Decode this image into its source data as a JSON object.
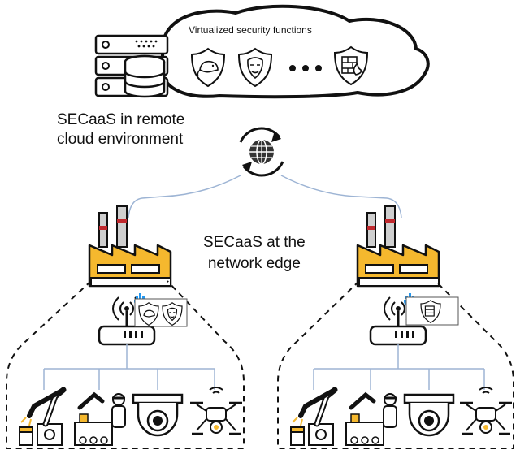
{
  "cloud": {
    "title": "Virtualized security functions",
    "functions": [
      "rat-shield-icon",
      "anonymous-mask-shield-icon",
      "firewall-shield-icon"
    ],
    "ellipsis": "• • •"
  },
  "remote_label": {
    "line1": "SECaaS in remote",
    "line2": "cloud environment"
  },
  "edge_label": {
    "line1": "SECaaS at the",
    "line2": "network edge"
  },
  "colors": {
    "factory_roof": "#F5B82E",
    "chimney": "#C8C8C8",
    "chimney_stripe": "#C0282D",
    "connector_line": "#9DB4D4",
    "docker_blue": "#2496ED",
    "outline": "#111111"
  },
  "sites": [
    {
      "name": "left-site",
      "edge_vnfs": [
        "rat-shield-icon",
        "anonymous-mask-shield-icon"
      ],
      "devices": [
        "robot-arm-icon",
        "assembly-worker-icon",
        "dome-camera-icon",
        "drone-icon"
      ]
    },
    {
      "name": "right-site",
      "edge_vnfs": [
        "firewall-shield-icon"
      ],
      "devices": [
        "robot-arm-icon",
        "assembly-worker-icon",
        "dome-camera-icon",
        "drone-icon"
      ]
    }
  ]
}
